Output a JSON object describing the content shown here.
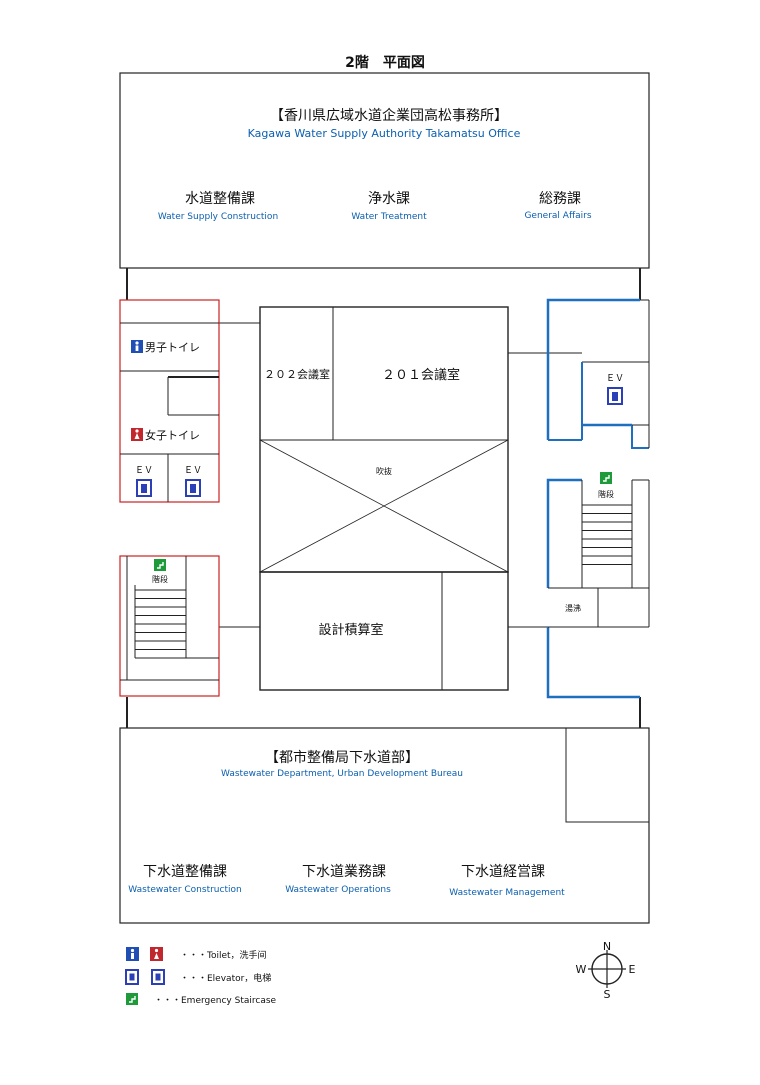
{
  "title": "2階　平面図",
  "top_office": {
    "name_ja": "【香川県広域水道企業団高松事務所】",
    "name_en": "Kagawa Water Supply Authority Takamatsu Office",
    "departments": [
      {
        "ja": "水道整備課",
        "en": "Water Supply Construction"
      },
      {
        "ja": "浄水課",
        "en": "Water Treatment"
      },
      {
        "ja": "総務課",
        "en": "General Affairs"
      }
    ]
  },
  "bottom_office": {
    "name_ja": "【都市整備局下水道部】",
    "name_en": "Wastewater Department, Urban Development Bureau",
    "departments": [
      {
        "ja": "下水道整備課",
        "en": "Wastewater Construction"
      },
      {
        "ja": "下水道業務課",
        "en": "Wastewater Operations"
      },
      {
        "ja": "下水道経営課",
        "en": "Wastewater Management"
      }
    ]
  },
  "rooms": {
    "room_202": "２０２会議室",
    "room_201": "２０１会議室",
    "atrium": "吹抜",
    "design_room": "設計積算室",
    "kitchen": "湯沸"
  },
  "facilities": {
    "mens_toilet": "男子トイレ",
    "womens_toilet": "女子トイレ",
    "ev": "ＥＶ",
    "stairs": "階段"
  },
  "legend": {
    "toilet": "・・・Toilet，洗手间",
    "elevator": "・・・Elevator，电梯",
    "staircase": "・・・Emergency Staircase"
  },
  "compass": {
    "n": "N",
    "s": "S",
    "e": "E",
    "w": "W"
  },
  "colors": {
    "blue_text": "#0b5fb0",
    "mens_icon": "#1f4fb5",
    "womens_icon": "#c0282d",
    "elevator_icon": "#2a3fb8",
    "stairs_icon": "#1f9a3a",
    "left_core_border": "#cc2222",
    "right_core_border": "#1f6fc0"
  }
}
